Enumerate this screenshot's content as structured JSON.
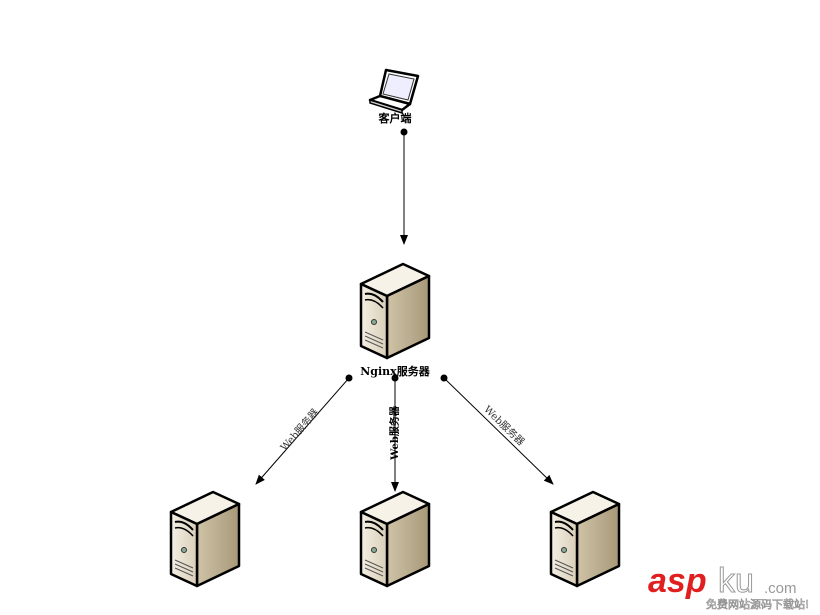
{
  "nodes": {
    "client": {
      "label": "客户端",
      "icon": "laptop-icon"
    },
    "nginx": {
      "label": "Nginx服务器",
      "icon": "server-icon"
    },
    "web_left": {
      "icon": "server-icon"
    },
    "web_middle": {
      "icon": "server-icon"
    },
    "web_right": {
      "icon": "server-icon"
    }
  },
  "edges": [
    {
      "from": "client",
      "to": "nginx",
      "label": ""
    },
    {
      "from": "nginx",
      "to": "web_left",
      "label": "Web服务器"
    },
    {
      "from": "nginx",
      "to": "web_middle",
      "label": "Web服务器"
    },
    {
      "from": "nginx",
      "to": "web_right",
      "label": "Web服务器"
    }
  ],
  "watermark": {
    "brand": "asp",
    "brand2": "ku",
    "domain": ".com",
    "slogan": "免费网站源码下载站!"
  }
}
